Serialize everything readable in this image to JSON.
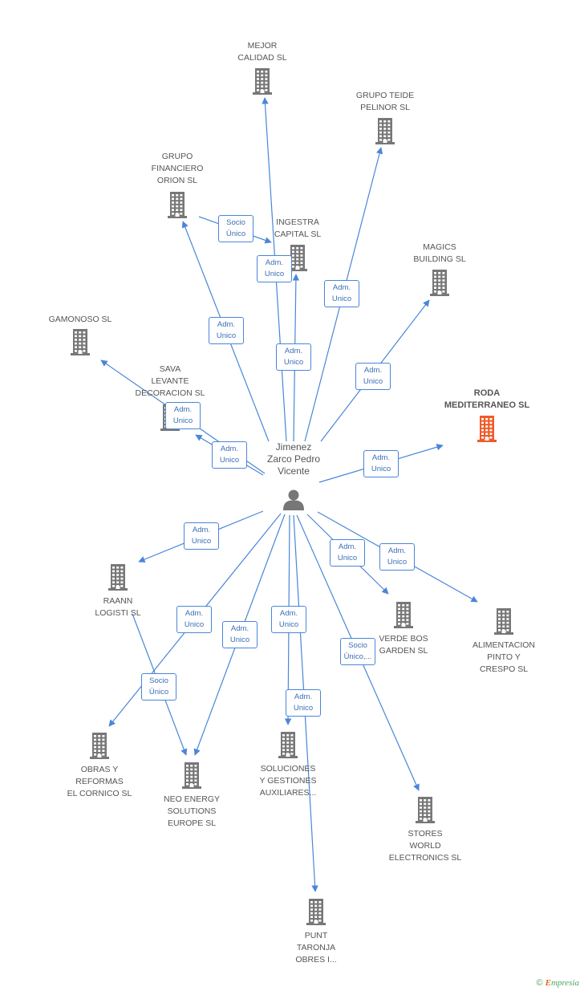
{
  "colors": {
    "building": "#777777",
    "focus": "#f05a28",
    "person": "#777777",
    "link": "#4a86d8"
  },
  "person": {
    "label": "Jimenez\nZarco Pedro\nVicente"
  },
  "companies": [
    {
      "id": "mejor",
      "label": "MEJOR\nCALIDAD SL"
    },
    {
      "id": "teide",
      "label": "GRUPO TEIDE\nPELINOR SL"
    },
    {
      "id": "orion",
      "label": "GRUPO\nFINANCIERO\nORION SL"
    },
    {
      "id": "ingestra",
      "label": "INGESTRA\nCAPITAL SL"
    },
    {
      "id": "magics",
      "label": "MAGICS\nBUILDING SL"
    },
    {
      "id": "gamonoso",
      "label": "GAMONOSO SL"
    },
    {
      "id": "sava",
      "label": "SAVA\nLEVANTE\nDECORACION SL"
    },
    {
      "id": "roda",
      "label": "RODA\nMEDITERRANEO SL",
      "focus": true
    },
    {
      "id": "raann",
      "label": "RAANN\nLOGISTI SL"
    },
    {
      "id": "verde",
      "label": "VERDE BOS\nGARDEN SL"
    },
    {
      "id": "alimentacion",
      "label": "ALIMENTACION\nPINTO Y\nCRESPO SL"
    },
    {
      "id": "obras",
      "label": "OBRAS Y\nREFORMAS\nEL CORNICO SL"
    },
    {
      "id": "neo",
      "label": "NEO ENERGY\nSOLUTIONS\nEUROPE  SL"
    },
    {
      "id": "soluciones",
      "label": "SOLUCIONES\nY GESTIONES\nAUXILIARES..."
    },
    {
      "id": "stores",
      "label": "STORES\nWORLD\nELECTRONICS SL"
    },
    {
      "id": "punt",
      "label": "PUNT\nTARONJA\nOBRES I..."
    }
  ],
  "relations": [
    {
      "from": "orion",
      "to": "ingestra",
      "label": "Socio\nÚnico"
    },
    {
      "from": "person",
      "to": "mejor",
      "label": "Adm.\nUnico"
    },
    {
      "from": "person",
      "to": "ingestra",
      "label": "Adm.\nUnico"
    },
    {
      "from": "person",
      "to": "teide",
      "label": "Adm.\nUnico"
    },
    {
      "from": "person",
      "to": "orion",
      "label": "Adm.\nUnico"
    },
    {
      "from": "person",
      "to": "magics",
      "label": "Adm.\nUnico"
    },
    {
      "from": "person",
      "to": "gamonoso",
      "label": "Adm.\nUnico"
    },
    {
      "from": "person",
      "to": "sava",
      "label": "Adm.\nUnico"
    },
    {
      "from": "person",
      "to": "roda",
      "label": "Adm.\nUnico"
    },
    {
      "from": "person",
      "to": "raann",
      "label": "Adm.\nUnico"
    },
    {
      "from": "person",
      "to": "verde",
      "label": "Adm.\nUnico"
    },
    {
      "from": "person",
      "to": "alimentacion",
      "label": "Adm.\nUnico"
    },
    {
      "from": "person",
      "to": "obras",
      "label": "Adm.\nUnico"
    },
    {
      "from": "person",
      "to": "neo",
      "label": "Adm.\nUnico"
    },
    {
      "from": "person",
      "to": "soluciones",
      "label": "Adm.\nUnico"
    },
    {
      "from": "person",
      "to": "punt",
      "label": "Adm.\nUnico"
    },
    {
      "from": "person",
      "to": "stores",
      "label": "Socio\nÚnico,..."
    },
    {
      "from": "raann",
      "to": "neo",
      "label": "Socio\nÚnico"
    }
  ],
  "brand": {
    "copyright": "©",
    "initial": "E",
    "rest": "mpresia"
  }
}
